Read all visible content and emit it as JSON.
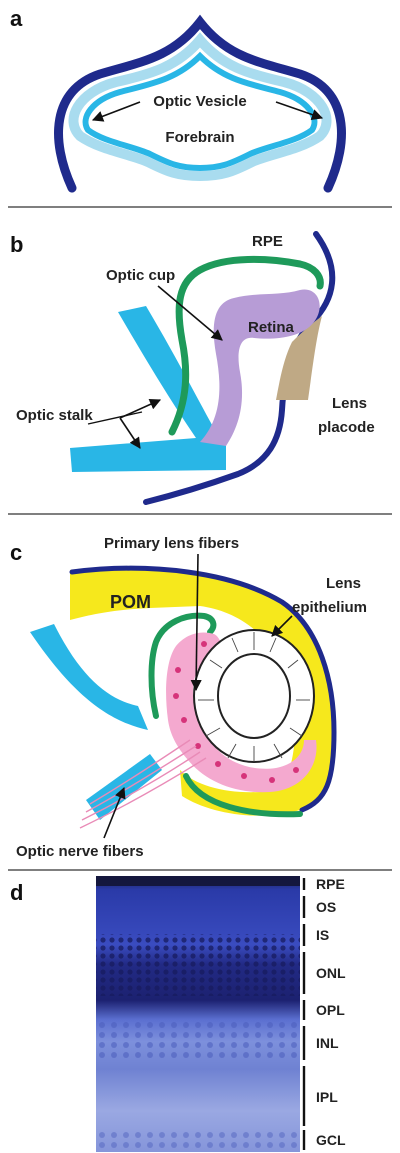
{
  "panel_a": {
    "letter": "a",
    "labels": {
      "optic_vesicle": "Optic Vesicle",
      "forebrain": "Forebrain"
    }
  },
  "panel_b": {
    "letter": "b",
    "labels": {
      "optic_cup": "Optic cup",
      "rpe": "RPE",
      "retina": "Retina",
      "optic_stalk": "Optic stalk",
      "lens_line1": "Lens",
      "lens_line2": "placode"
    }
  },
  "panel_c": {
    "letter": "c",
    "labels": {
      "primary_lens_fibers": "Primary lens fibers",
      "lens_line1": "Lens",
      "lens_line2": "epithelium",
      "pom": "POM",
      "optic_nerve_fibers": "Optic nerve fibers"
    }
  },
  "panel_d": {
    "letter": "d",
    "layers": [
      "RPE",
      "OS",
      "IS",
      "ONL",
      "OPL",
      "INL",
      "IPL",
      "GCL"
    ]
  },
  "colors": {
    "dark_blue": "#1f2a8c",
    "cyan": "#29b6e6",
    "light_cyan": "#a9dcef",
    "green": "#1e9a5a",
    "purple": "#b79cd6",
    "tan": "#bfa985",
    "yellow": "#f6e81c",
    "pink": "#f4a9cf",
    "magenta": "#d6337a"
  }
}
